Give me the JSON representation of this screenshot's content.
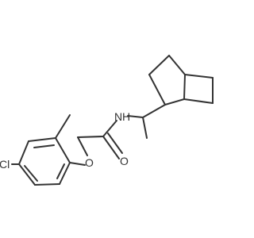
{
  "structure": {
    "atoms": [
      {
        "id": "N",
        "label": "N"
      },
      {
        "id": "H",
        "label": "H"
      },
      {
        "id": "O_carbonyl",
        "label": "O"
      },
      {
        "id": "O_ether",
        "label": "O"
      },
      {
        "id": "Cl",
        "label": "Cl"
      }
    ]
  }
}
